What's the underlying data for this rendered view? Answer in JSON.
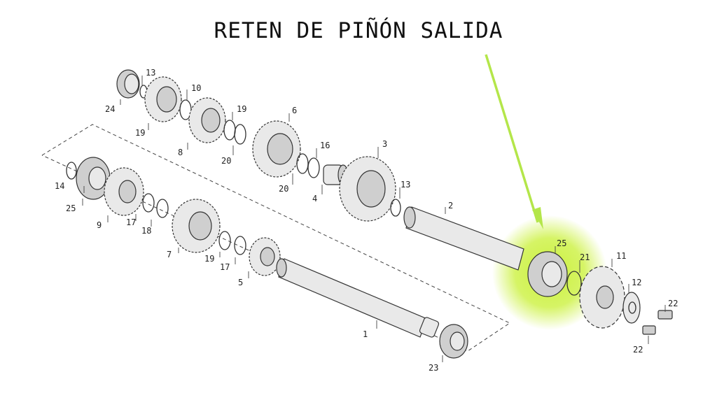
{
  "title": "RETEN DE PIÑÓN SALIDA",
  "colors": {
    "highlight": "#c8f032",
    "arrow": "#b4e64a",
    "line": "#333333"
  },
  "labels": {
    "p1": "1",
    "p2": "2",
    "p3": "3",
    "p4": "4",
    "p5": "5",
    "p6": "6",
    "p7": "7",
    "p8": "8",
    "p9": "9",
    "p10": "10",
    "p11": "11",
    "p12": "12",
    "p13a": "13",
    "p13b": "13",
    "p14": "14",
    "p16": "16",
    "p17a": "17",
    "p17b": "17",
    "p18": "18",
    "p19a": "19",
    "p19b": "19",
    "p19c": "19",
    "p20a": "20",
    "p20b": "20",
    "p21": "21",
    "p22a": "22",
    "p22b": "22",
    "p23": "23",
    "p24": "24",
    "p25a": "25",
    "p25b": "25"
  }
}
